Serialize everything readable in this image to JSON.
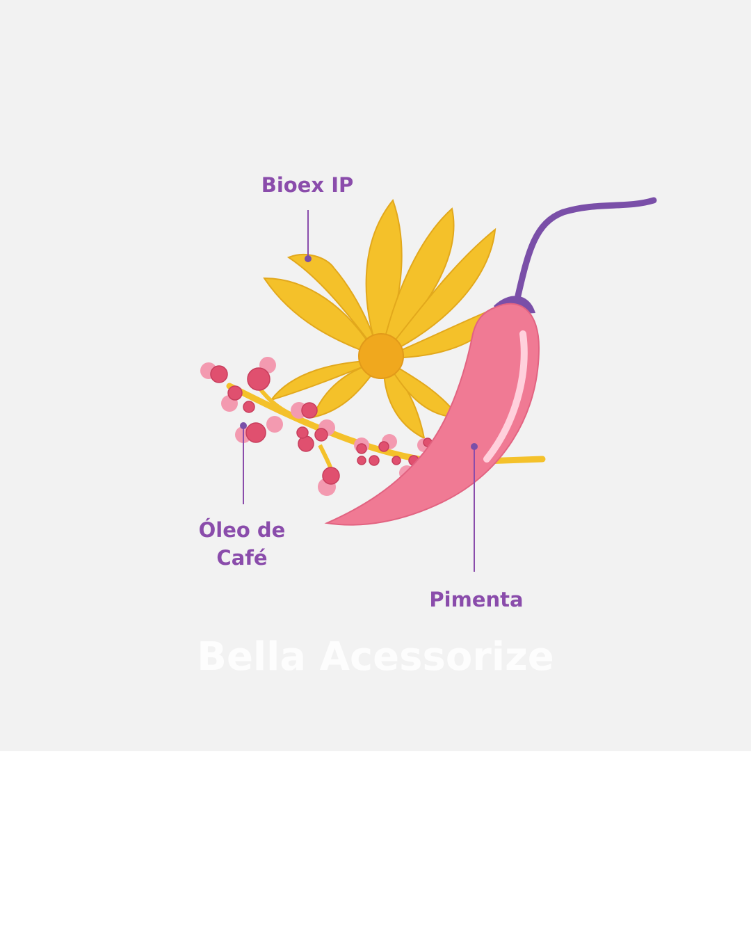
{
  "labels": {
    "bioex": "Bioex IP",
    "oleo": "Óleo de Café",
    "pimenta": "Pimenta"
  },
  "watermark": "Bella Acessorize",
  "icons": {
    "flower": "flower-icon",
    "coffee_branch": "coffee-branch-icon",
    "pepper": "chili-pepper-icon"
  },
  "colors": {
    "background": "#f2f2f2",
    "label": "#8a4cab",
    "petal": "#f4c12a",
    "berry": "#e0506f",
    "pepper": "#f07a94",
    "stem": "#7a4fa8"
  }
}
